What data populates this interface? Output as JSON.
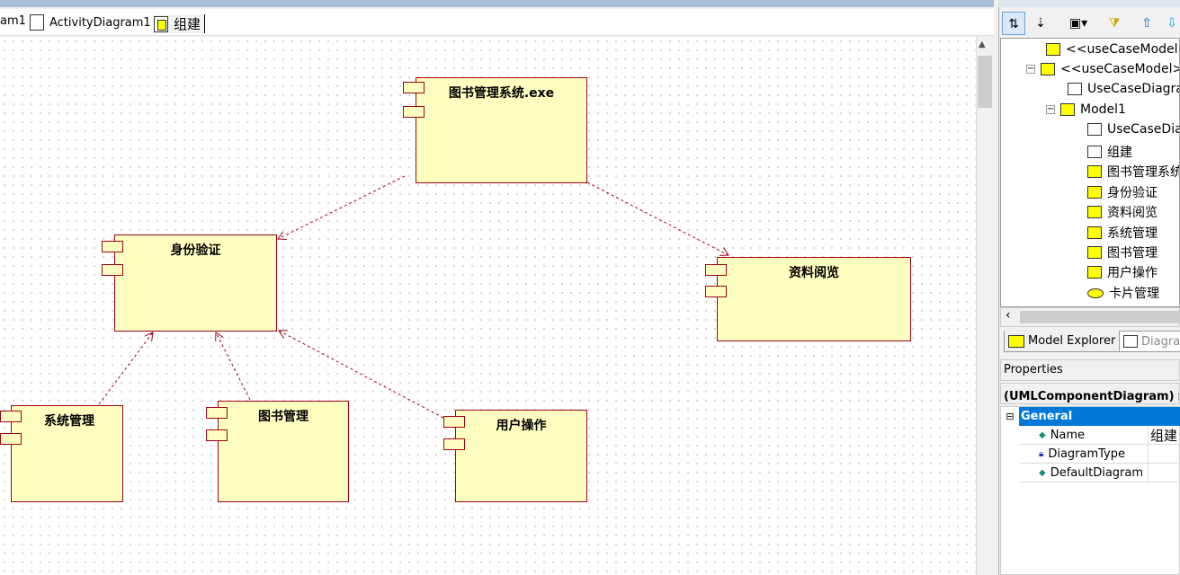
{
  "tabs": [
    {
      "label": "am1"
    },
    {
      "label": "ActivityDiagram1"
    },
    {
      "label": "组建"
    }
  ],
  "diagram": {
    "components": [
      {
        "name": "图书管理系统.exe"
      },
      {
        "name": "身份验证"
      },
      {
        "name": "资料阅览"
      },
      {
        "name": "系统管理"
      },
      {
        "name": "图书管理"
      },
      {
        "name": "用户操作"
      }
    ]
  },
  "explorer": {
    "tree": [
      {
        "label": "<<useCaseModel>>"
      },
      {
        "label": "<<useCaseModel>>"
      },
      {
        "label": "UseCaseDiagram"
      },
      {
        "label": "Model1"
      },
      {
        "label": "UseCaseDiag"
      },
      {
        "label": "组建"
      },
      {
        "label": "图书管理系统"
      },
      {
        "label": "身份验证"
      },
      {
        "label": "资料阅览"
      },
      {
        "label": "系统管理"
      },
      {
        "label": "图书管理"
      },
      {
        "label": "用户操作"
      },
      {
        "label": "卡片管理"
      }
    ],
    "tabs": [
      {
        "label": "Model Explorer"
      },
      {
        "label": "Diagra"
      }
    ]
  },
  "properties": {
    "title": "Properties",
    "selected": "(UMLComponentDiagram) 组",
    "group": "General",
    "rows": [
      {
        "key": "Name",
        "value": "组建"
      },
      {
        "key": "DiagramType",
        "value": ""
      },
      {
        "key": "DefaultDiagram",
        "value": ""
      }
    ]
  }
}
